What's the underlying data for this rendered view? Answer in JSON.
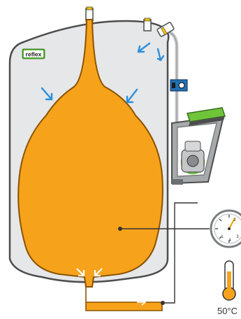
{
  "brand": {
    "logo_text": "reflex"
  },
  "gauge": {
    "label_left": "1",
    "label_right": "3",
    "label_top": "2",
    "label_bottom": "4"
  },
  "thermometer": {
    "reading": "50°C"
  },
  "colors": {
    "tank_fill": "#e6e7e8",
    "tank_outline": "#4d4d4d",
    "bladder": "#f7a21b",
    "bladder_outline": "#8a5300",
    "arrow": "#2b8fdc",
    "pump_housing": "#8a8d90",
    "pump_lid": "#6fc53a",
    "logo_green": "#5bb33a",
    "valve_blue": "#1f6fb5"
  },
  "icons": {
    "gauge": "pressure-gauge-icon",
    "thermometer": "thermometer-icon",
    "pump": "pump-unit-icon"
  }
}
